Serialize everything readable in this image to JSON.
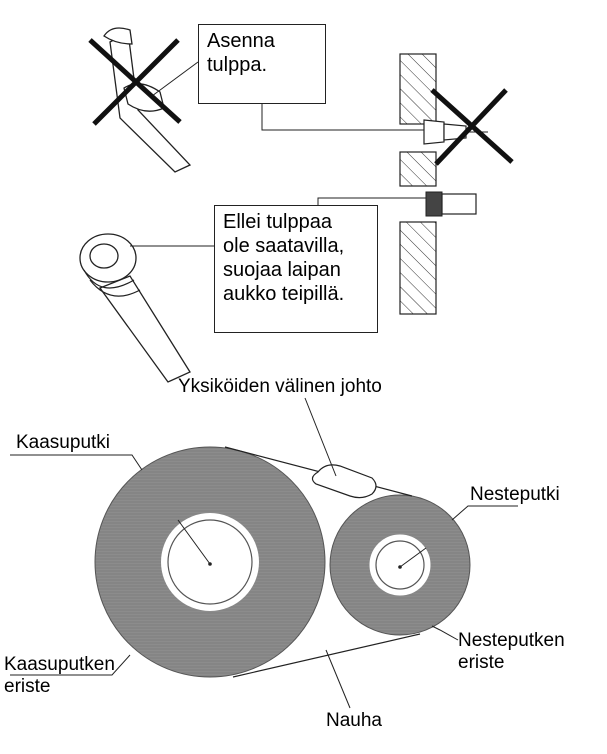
{
  "callouts": {
    "install_plug": [
      "Asenna",
      "tulppa."
    ],
    "no_plug_tape": [
      "Ellei tulppaa",
      "ole saatavilla,",
      "suojaa laipan",
      "aukko teipillä."
    ]
  },
  "labels": {
    "interconnect_wire": "Yksiköiden välinen johto",
    "gas_pipe": "Kaasuputki",
    "liquid_pipe": "Nesteputki",
    "gas_pipe_insulation": [
      "Kaasuputken",
      "eriste"
    ],
    "liquid_pipe_insulation": [
      "Nesteputken",
      "eriste"
    ],
    "tape": "Nauha"
  },
  "colors": {
    "insulation": "#8c8c8c",
    "line": "#222222",
    "cross": "#111111"
  }
}
